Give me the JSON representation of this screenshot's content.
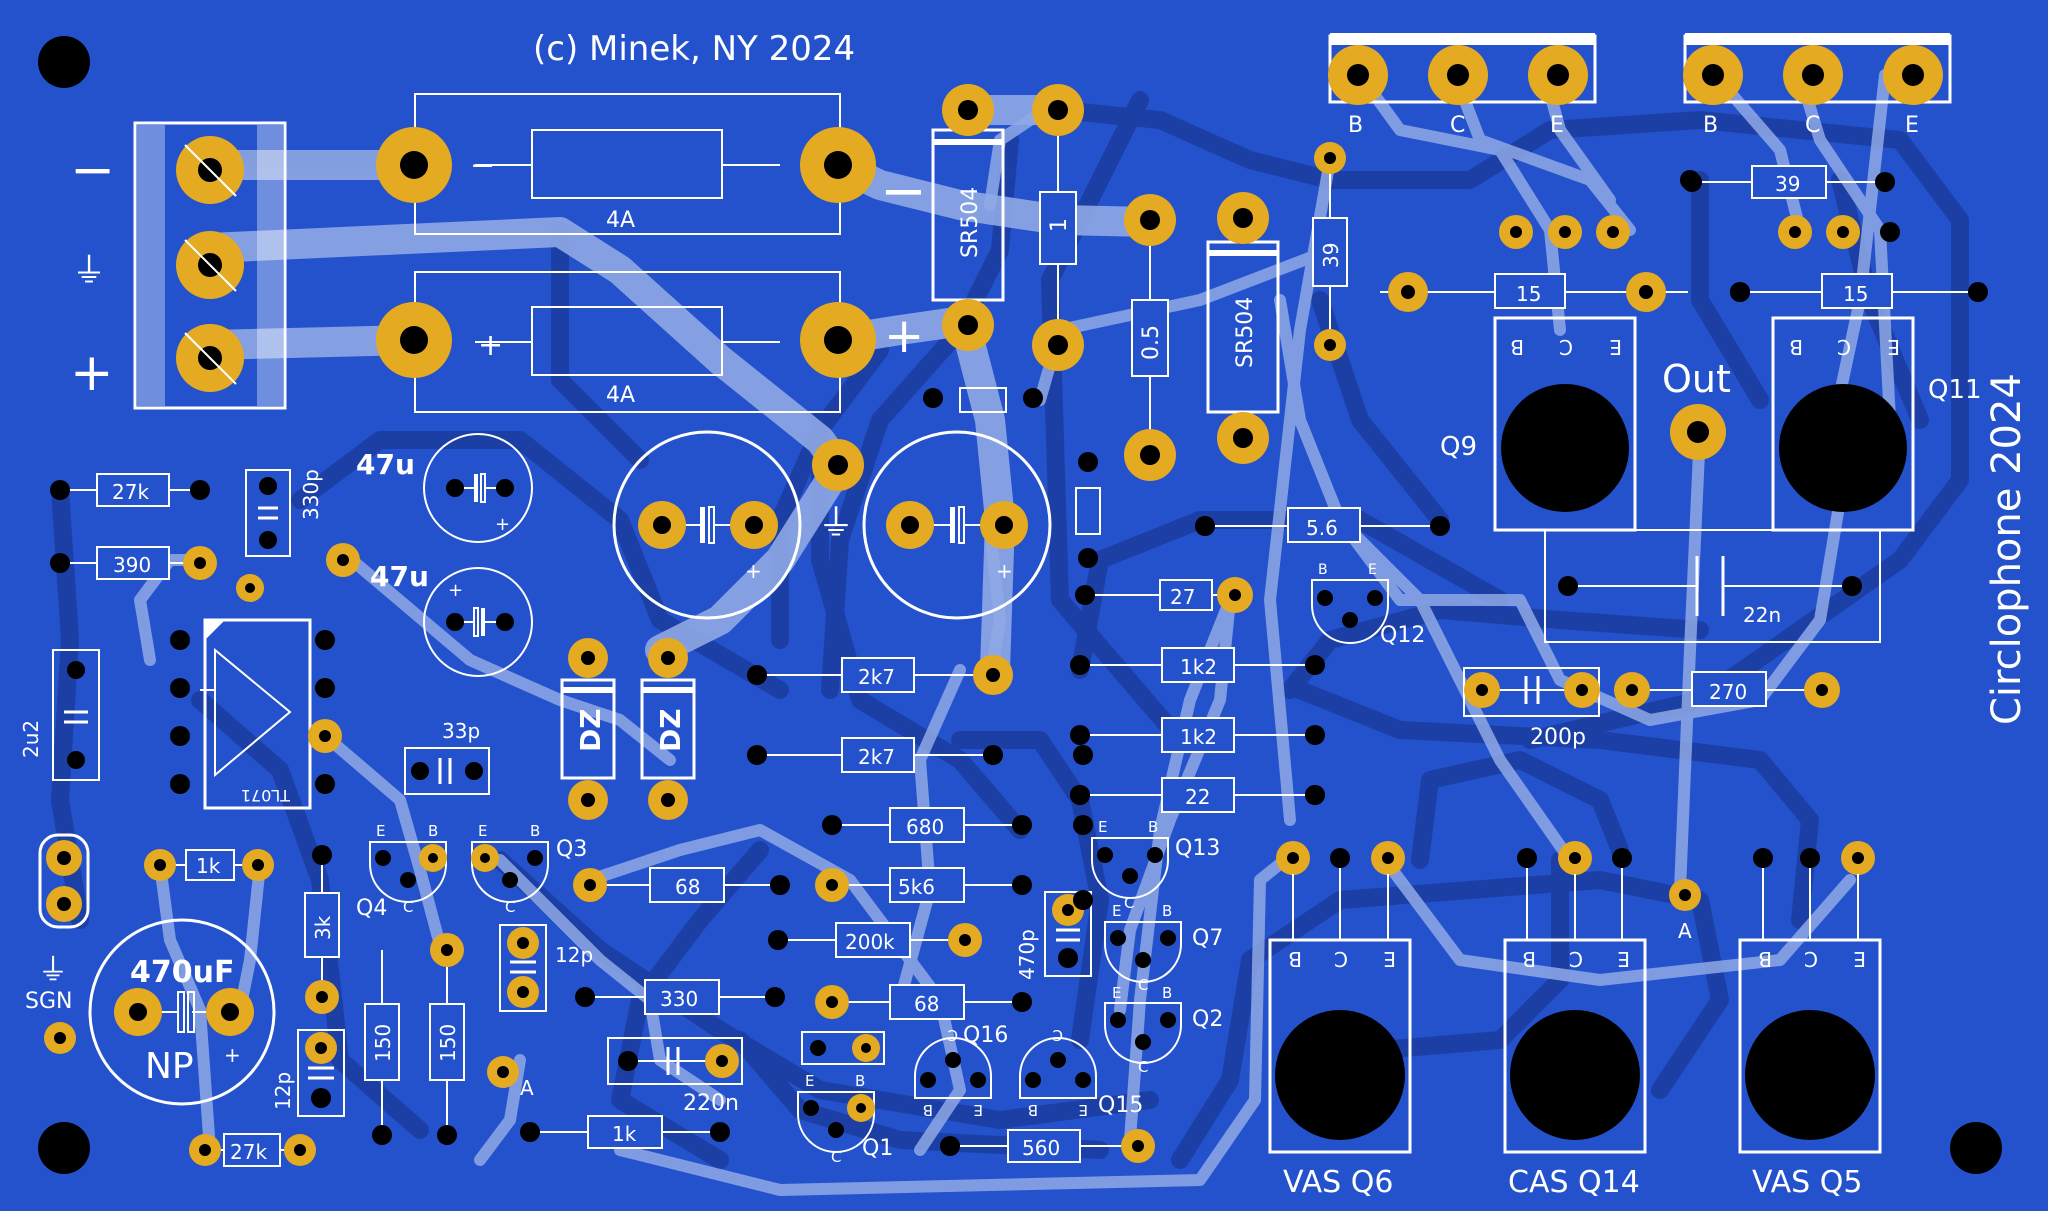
{
  "board": {
    "copyright": "(c) Minek, NY 2024",
    "title": "Circlophone 2024",
    "colors": {
      "substrate": "#2452cc",
      "copper_trace": "#1c3fa6",
      "top_trace": "#8fa9e6",
      "pad": "#e3aa22",
      "drill": "#000000",
      "silkscreen": "#ffffff"
    }
  },
  "connector": {
    "minus": "−",
    "ground": "⏚",
    "plus": "+"
  },
  "fuses": [
    {
      "label": "4A",
      "polarity": "−"
    },
    {
      "label": "4A",
      "polarity": "+"
    }
  ],
  "rail_signs": {
    "minus": "−",
    "plus": "+",
    "gnd": "⏚"
  },
  "diodes": [
    "SR504",
    "SR504"
  ],
  "resistors": {
    "r1": "1",
    "r05": "0.5",
    "r39a": "39",
    "r39b": "39",
    "r15a": "15",
    "r15b": "15",
    "r56": "5.6",
    "r27": "27",
    "r1k2a": "1k2",
    "r1k2b": "1k2",
    "r22": "22",
    "r270": "270",
    "r27k_top": "27k",
    "r390": "390",
    "r2k7a": "2k7",
    "r2k7b": "2k7",
    "r680": "680",
    "r68a": "68",
    "r5k6": "5k6",
    "r200k": "200k",
    "r330": "330",
    "r68b": "68",
    "r1k_a": "1k",
    "r3k": "3k",
    "r150a": "150",
    "r150b": "150",
    "r1k_b": "1k",
    "r27k_bot": "27k",
    "r560": "560"
  },
  "capacitors": {
    "c330p": "330p",
    "c47u_a": "47u",
    "c47u_b": "47u",
    "c2u2": "2u2",
    "c33p": "33p",
    "c12p_a": "12p",
    "c12p_b": "12p",
    "c470p": "470p",
    "c220n": "220n",
    "c200p": "200p",
    "c22n": "22n",
    "c470uf": "470uF",
    "c470uf_np": "NP",
    "plus": "+"
  },
  "zeners": [
    "DZ",
    "DZ"
  ],
  "ic": {
    "label": "TL071"
  },
  "transistors": {
    "q1": "Q1",
    "q2": "Q2",
    "q3": "Q3",
    "q4": "Q4",
    "q7": "Q7",
    "q9": "Q9",
    "q11": "Q11",
    "q12": "Q12",
    "q13": "Q13",
    "q15": "Q15",
    "q16": "Q16",
    "pin_b": "B",
    "pin_c": "C",
    "pin_e": "E"
  },
  "power_transistors": [
    {
      "label": "VAS Q6"
    },
    {
      "label": "CAS Q14"
    },
    {
      "label": "VAS Q5"
    }
  ],
  "misc": {
    "out": "Out",
    "a": "A",
    "sgn": "SGN",
    "gnd": "⏚"
  }
}
